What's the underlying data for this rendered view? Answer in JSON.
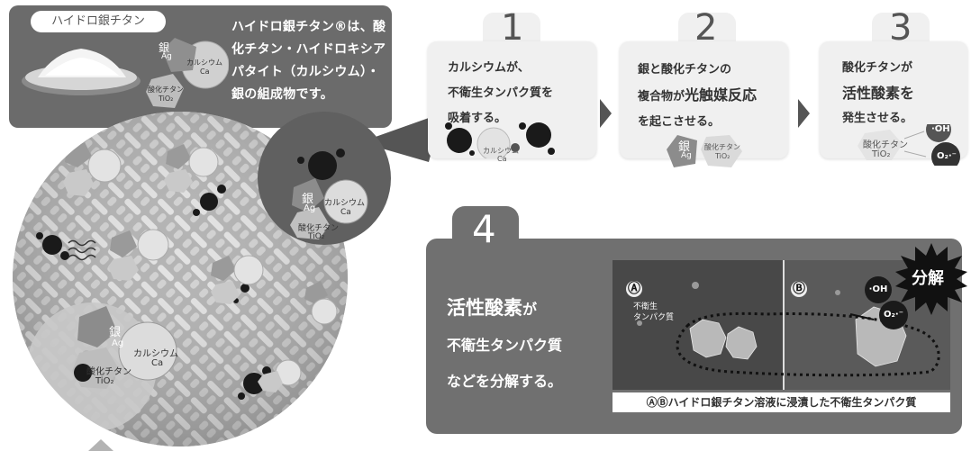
{
  "intro": {
    "product_tag": "ハイドロ銀チタン",
    "description": "ハイドロ銀チタン®は、酸化チタン・ハイドロキシアパタイト（カルシウム）・銀の組成物です。"
  },
  "particles": {
    "silver": "銀",
    "silver_symbol": "Ag",
    "calcium": "カルシウム",
    "calcium_symbol": "Ca",
    "titanium": "酸化チタン",
    "titanium_symbol": "TiO₂"
  },
  "steps": [
    {
      "number": "1",
      "line1": "カルシウムが、",
      "line2": "不衛生タンパク質を",
      "line3": "吸着する。"
    },
    {
      "number": "2",
      "line1": "銀と酸化チタンの",
      "line2a": "複合物が",
      "line2b": "光触媒反応",
      "line3": "を起こさせる。"
    },
    {
      "number": "3",
      "line1": "酸化チタンが",
      "line2": "活性酸素を",
      "line3": "発生させる。"
    }
  ],
  "radicals": {
    "oh": "·OH",
    "o2": "O₂·⁻"
  },
  "step4": {
    "number": "4",
    "line1a": "活性酸素",
    "line1b": "が",
    "line2": "不衛生タンパク質",
    "line3": "などを分解する。",
    "label_a": "Ⓐ",
    "label_b": "Ⓑ",
    "protein_label1": "不衛生",
    "protein_label2": "タンパク質",
    "decompose": "分解",
    "caption": "ⒶⒷハイドロ銀チタン溶液に浸漬した不衛生タンパク質"
  },
  "colors": {
    "panel": "#6b6b6b",
    "card": "#f0f0f0",
    "accent_dark": "#222222"
  }
}
